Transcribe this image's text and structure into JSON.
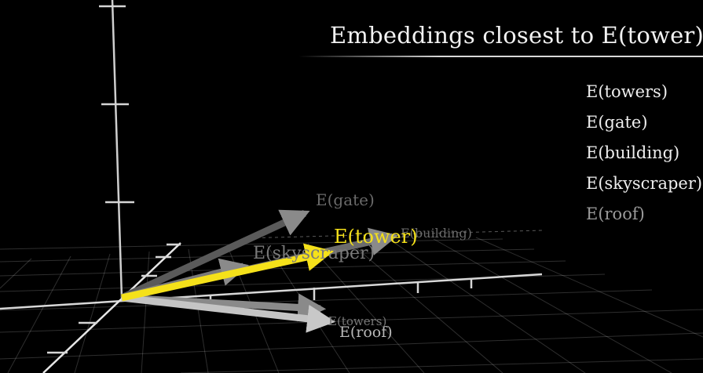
{
  "title": "Embeddings closest to E(tower)",
  "closest_list": [
    {
      "label": "E(towers)",
      "dim": false
    },
    {
      "label": "E(gate)",
      "dim": false
    },
    {
      "label": "E(building)",
      "dim": false
    },
    {
      "label": "E(skyscraper)",
      "dim": false
    },
    {
      "label": "E(roof)",
      "dim": true
    }
  ],
  "vectors": {
    "main": {
      "label": "E(tower)",
      "color": "#f5e11a"
    },
    "gate": {
      "label": "E(gate)"
    },
    "building": {
      "label": "E(building)"
    },
    "skyscraper": {
      "label": "E(skyscraper)"
    },
    "towers": {
      "label": "E(towers)"
    },
    "roof": {
      "label": "E(roof)"
    }
  },
  "colors": {
    "background": "#000000",
    "grid": "#ffffff",
    "highlight": "#f5e11a"
  }
}
